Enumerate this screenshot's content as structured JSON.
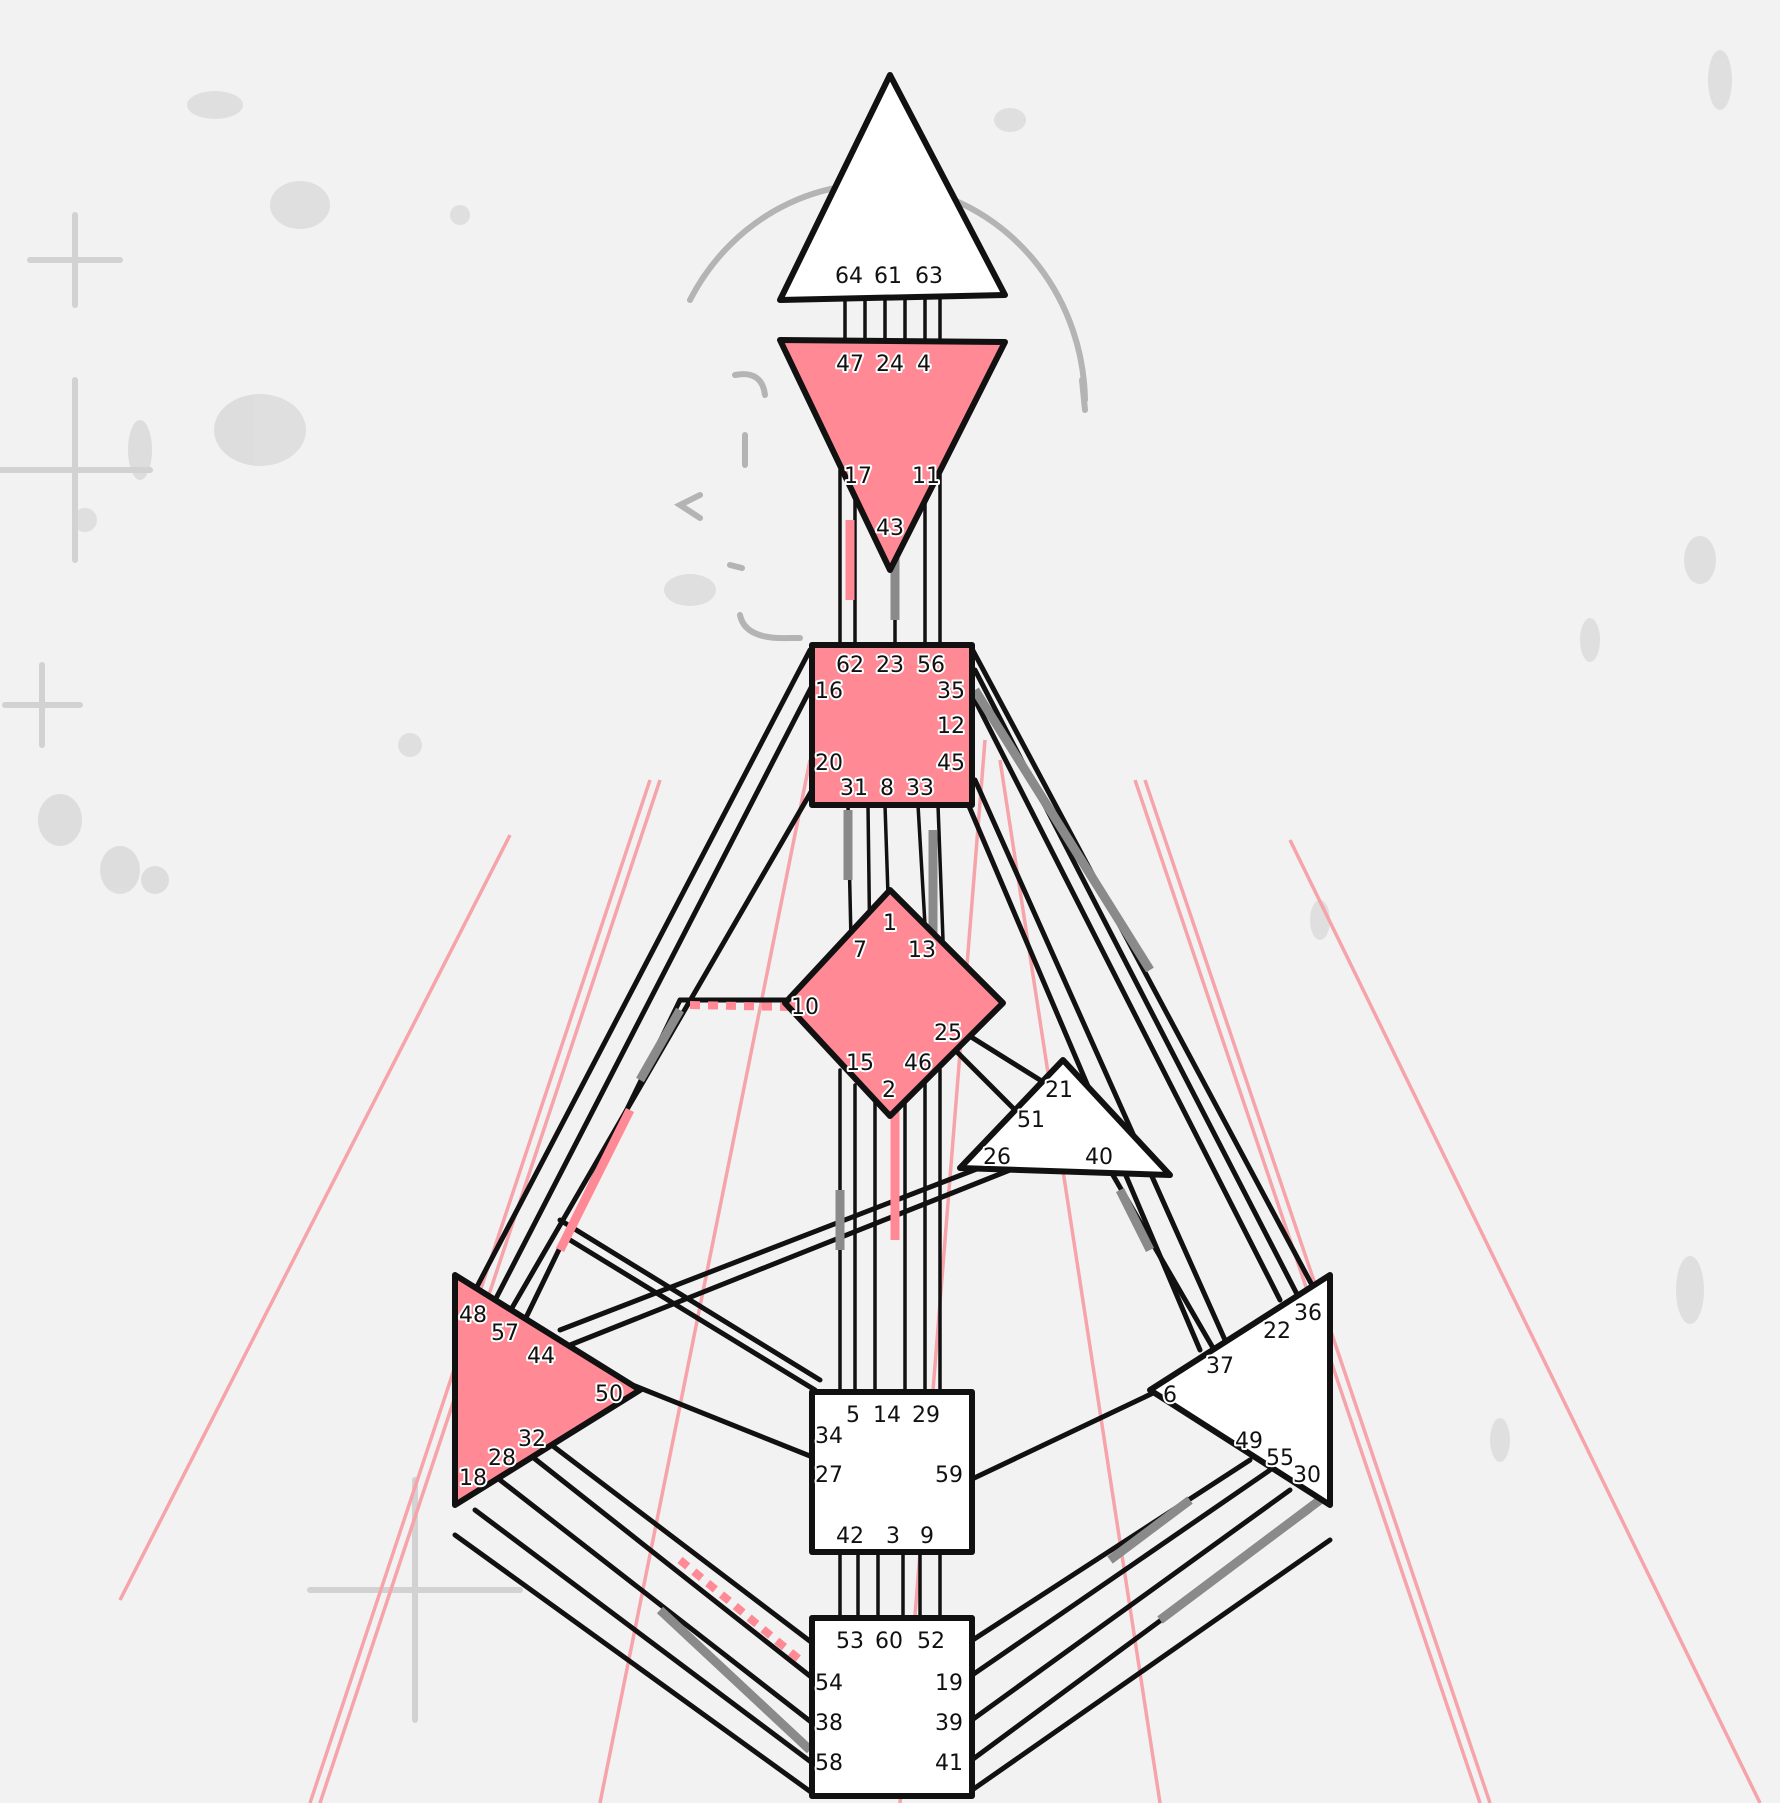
{
  "colors": {
    "background": "#f2f2f2",
    "defined_center": "#ff8a95",
    "undefined_center": "#ffffff",
    "outline": "#111111",
    "activation_gray": "#8a8a8a",
    "activation_red": "#ff8a95",
    "ray": "#f6a3aa",
    "head_silhouette": "#b4b4b4"
  },
  "centers": [
    {
      "id": "head",
      "defined": false,
      "gates": [
        "64",
        "61",
        "63"
      ]
    },
    {
      "id": "ajna",
      "defined": true,
      "gates": [
        "47",
        "24",
        "4",
        "17",
        "11",
        "43"
      ]
    },
    {
      "id": "throat",
      "defined": true,
      "gates": [
        "62",
        "23",
        "56",
        "16",
        "35",
        "12",
        "20",
        "45",
        "31",
        "8",
        "33"
      ]
    },
    {
      "id": "g",
      "defined": true,
      "gates": [
        "1",
        "7",
        "13",
        "10",
        "25",
        "15",
        "46",
        "2"
      ]
    },
    {
      "id": "heart",
      "defined": false,
      "gates": [
        "21",
        "51",
        "26",
        "40"
      ]
    },
    {
      "id": "spleen",
      "defined": true,
      "gates": [
        "48",
        "57",
        "44",
        "50",
        "32",
        "28",
        "18"
      ]
    },
    {
      "id": "sacral",
      "defined": false,
      "gates": [
        "5",
        "14",
        "29",
        "34",
        "27",
        "59",
        "42",
        "3",
        "9"
      ]
    },
    {
      "id": "solar_plexus",
      "defined": false,
      "gates": [
        "36",
        "22",
        "37",
        "6",
        "49",
        "55",
        "30"
      ]
    },
    {
      "id": "root",
      "defined": false,
      "gates": [
        "53",
        "60",
        "52",
        "54",
        "19",
        "38",
        "39",
        "58",
        "41"
      ]
    }
  ]
}
